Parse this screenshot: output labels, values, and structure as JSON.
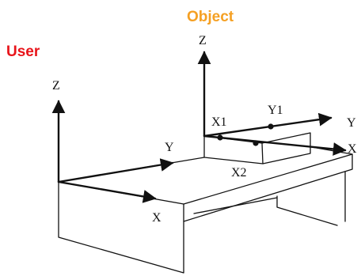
{
  "captions": {
    "object": "Object",
    "user": "User"
  },
  "axis_labels": {
    "object_z": "Z",
    "user_z": "Z",
    "user_y": "Y",
    "user_x": "X",
    "x1": "X1",
    "y1": "Y1",
    "x2": "X2",
    "right_y": "Y",
    "right_x": "X"
  },
  "colors": {
    "object_caption": "#f5a023",
    "user_caption": "#e8141a",
    "ink": "#111111"
  }
}
